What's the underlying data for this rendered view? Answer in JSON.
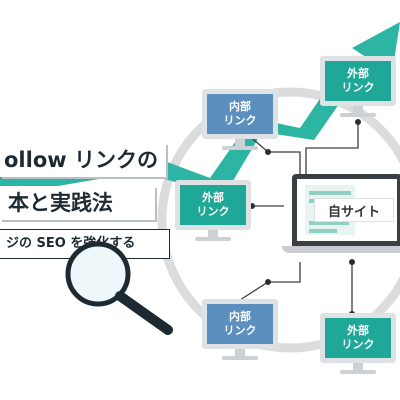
{
  "title": {
    "line1": "ollow リンクの",
    "line2": "本と実践法",
    "subtitle": "ジの SEO を強化する"
  },
  "nodes": {
    "ext_top": "外部\nリンク",
    "int_top": "内部\nリンク",
    "ext_left": "外部\nリンク",
    "int_bottom": "内部\nリンク",
    "ext_bottom": "外部\nリンク",
    "own_site": "自サイト"
  },
  "colors": {
    "teal": "#1fa898",
    "blue": "#5b8fbe",
    "arrow": "#2bb5a2",
    "text_dark": "#1e2a32",
    "ring": "#dcdcdc"
  },
  "icons": [
    "arrow-up-trend-icon",
    "magnifier-icon",
    "monitor-icon",
    "laptop-icon",
    "document-icon"
  ]
}
